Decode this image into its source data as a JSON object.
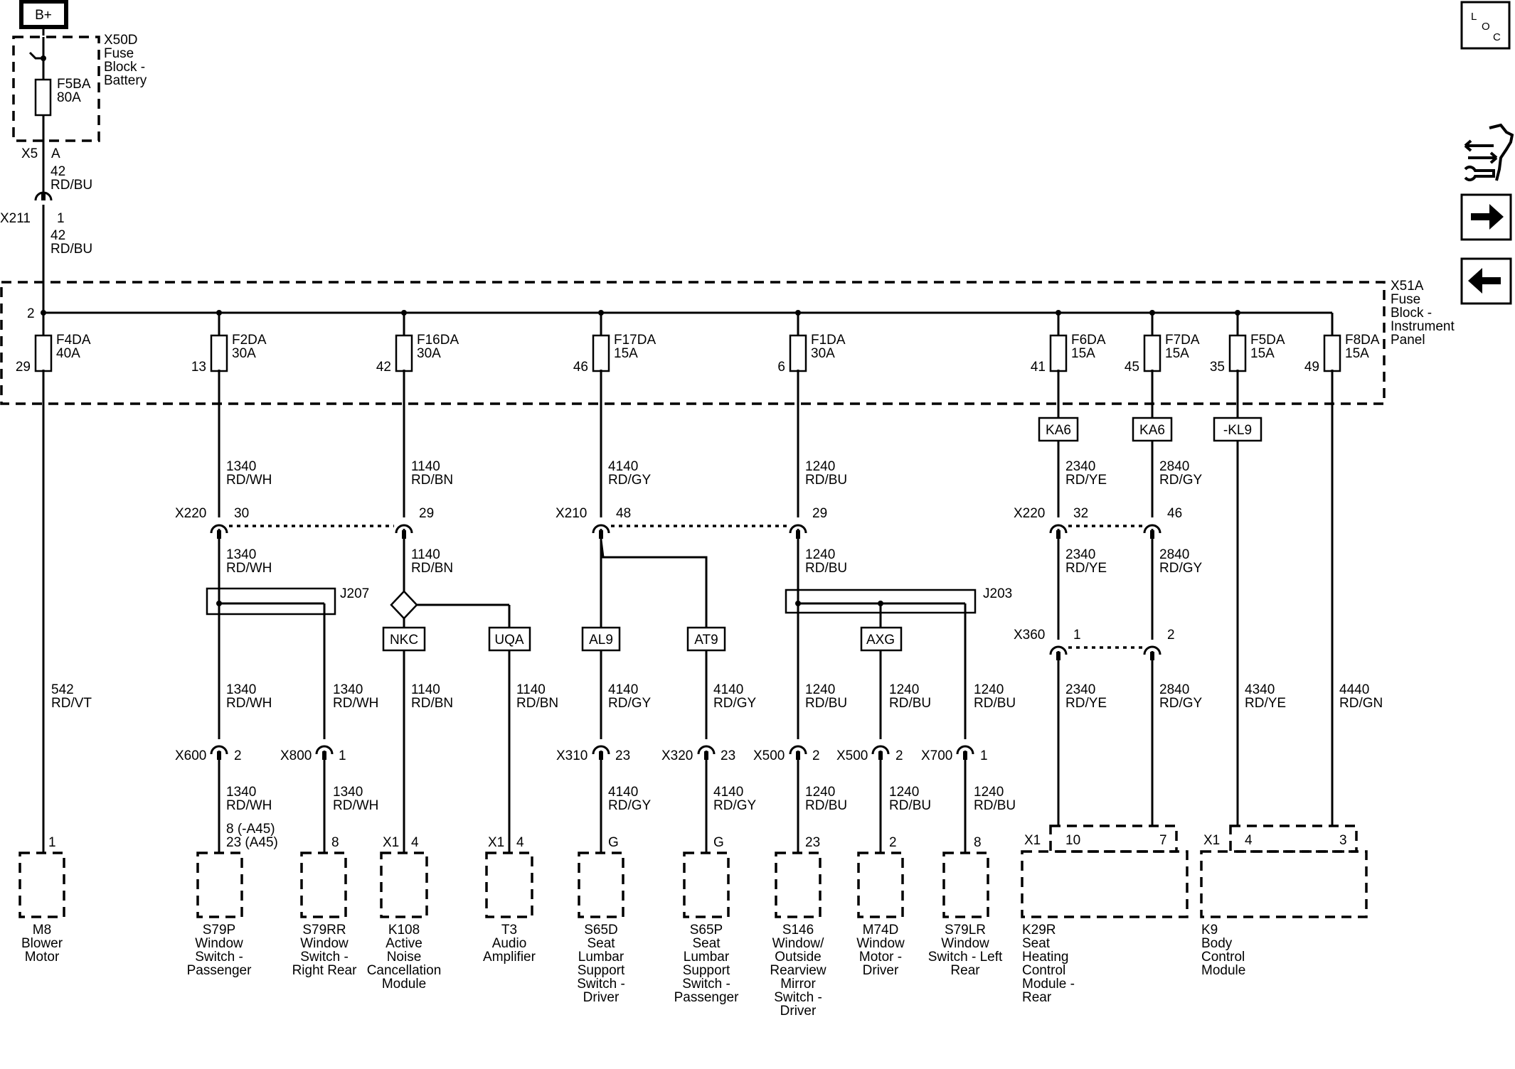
{
  "supply": {
    "label": "B+"
  },
  "battery_block": {
    "label_lines": [
      "X50D",
      "Fuse",
      "Block -",
      "Battery"
    ],
    "fuse_name": "F5BA",
    "fuse_rating": "80A",
    "conn": "X5",
    "pin": "A"
  },
  "feed_wire": {
    "top": [
      "42",
      "RD/BU"
    ],
    "conn": "X211",
    "pin": "1",
    "bottom": [
      "42",
      "RD/BU"
    ]
  },
  "ip_block": {
    "label_lines": [
      "X51A",
      "Fuse",
      "Block -",
      "Instrument",
      "Panel"
    ],
    "bus_pin": "2"
  },
  "fuses": [
    {
      "name": "F4DA",
      "rating": "40A",
      "pin": "29"
    },
    {
      "name": "F2DA",
      "rating": "30A",
      "pin": "13"
    },
    {
      "name": "F16DA",
      "rating": "30A",
      "pin": "42"
    },
    {
      "name": "F17DA",
      "rating": "15A",
      "pin": "46"
    },
    {
      "name": "F1DA",
      "rating": "30A",
      "pin": "6"
    },
    {
      "name": "F6DA",
      "rating": "15A",
      "pin": "41"
    },
    {
      "name": "F7DA",
      "rating": "15A",
      "pin": "45"
    },
    {
      "name": "F5DA",
      "rating": "15A",
      "pin": "35"
    },
    {
      "name": "F8DA",
      "rating": "15A",
      "pin": "49"
    }
  ],
  "options": [
    "KA6",
    "KA6",
    "-KL9",
    "NKC",
    "UQA",
    "AL9",
    "AT9",
    "AXG"
  ],
  "wires": {
    "w542": [
      "542",
      "RD/VT"
    ],
    "w1340": [
      "1340",
      "RD/WH"
    ],
    "w1140": [
      "1140",
      "RD/BN"
    ],
    "w4140": [
      "4140",
      "RD/GY"
    ],
    "w1240": [
      "1240",
      "RD/BU"
    ],
    "w2340": [
      "2340",
      "RD/YE"
    ],
    "w2840": [
      "2840",
      "RD/GY"
    ],
    "w4340": [
      "4340",
      "RD/YE"
    ],
    "w4440": [
      "4440",
      "RD/GN"
    ]
  },
  "inline_connectors": [
    {
      "name": "X220",
      "pin": "30"
    },
    {
      "name": "",
      "pin": "29"
    },
    {
      "name": "X210",
      "pin": "48"
    },
    {
      "name": "",
      "pin": "29"
    },
    {
      "name": "X220",
      "pin": "32"
    },
    {
      "name": "",
      "pin": "46"
    },
    {
      "name": "X360",
      "pin": "1"
    },
    {
      "name": "",
      "pin": "2"
    },
    {
      "name": "X600",
      "pin": "2"
    },
    {
      "name": "X800",
      "pin": "1"
    },
    {
      "name": "X310",
      "pin": "23"
    },
    {
      "name": "X320",
      "pin": "23"
    },
    {
      "name": "X500",
      "pin": "2"
    },
    {
      "name": "X500",
      "pin": "2"
    },
    {
      "name": "X700",
      "pin": "1"
    }
  ],
  "splices": [
    "J207",
    "J203"
  ],
  "components": [
    {
      "pin_lines": [
        "1"
      ],
      "label_lines": [
        "M8",
        "Blower",
        "Motor"
      ]
    },
    {
      "pin_lines": [
        "8 (-A45)",
        "23 (A45)"
      ],
      "label_lines": [
        "S79P",
        "Window",
        "Switch -",
        "Passenger"
      ]
    },
    {
      "pin_lines": [
        "8"
      ],
      "label_lines": [
        "S79RR",
        "Window",
        "Switch -",
        "Right Rear"
      ]
    },
    {
      "conn": "X1",
      "pin_lines": [
        "4"
      ],
      "label_lines": [
        "K108",
        "Active",
        "Noise",
        "Cancellation",
        "Module"
      ]
    },
    {
      "conn": "X1",
      "pin_lines": [
        "4"
      ],
      "label_lines": [
        "T3",
        "Audio",
        "Amplifier"
      ]
    },
    {
      "pin_lines": [
        "G"
      ],
      "label_lines": [
        "S65D",
        "Seat",
        "Lumbar",
        "Support",
        "Switch -",
        "Driver"
      ]
    },
    {
      "pin_lines": [
        "G"
      ],
      "label_lines": [
        "S65P",
        "Seat",
        "Lumbar",
        "Support",
        "Switch -",
        "Passenger"
      ]
    },
    {
      "pin_lines": [
        "23"
      ],
      "label_lines": [
        "S146",
        "Window/",
        "Outside",
        "Rearview",
        "Mirror",
        "Switch -",
        "Driver"
      ]
    },
    {
      "pin_lines": [
        "2"
      ],
      "label_lines": [
        "M74D",
        "Window",
        "Motor -",
        "Driver"
      ]
    },
    {
      "pin_lines": [
        "8"
      ],
      "label_lines": [
        "S79LR",
        "Window",
        "Switch - Left",
        "Rear"
      ]
    },
    {
      "conn": "X1",
      "pins": [
        "10",
        "7"
      ],
      "label_lines": [
        "K29R",
        "Seat",
        "Heating",
        "Control",
        "Module -",
        "Rear"
      ]
    },
    {
      "conn": "X1",
      "pins": [
        "4",
        "3"
      ],
      "label_lines": [
        "K9",
        "Body",
        "Control",
        "Module"
      ]
    }
  ],
  "sidebar": {
    "loc": [
      "L",
      "O",
      "C"
    ]
  }
}
